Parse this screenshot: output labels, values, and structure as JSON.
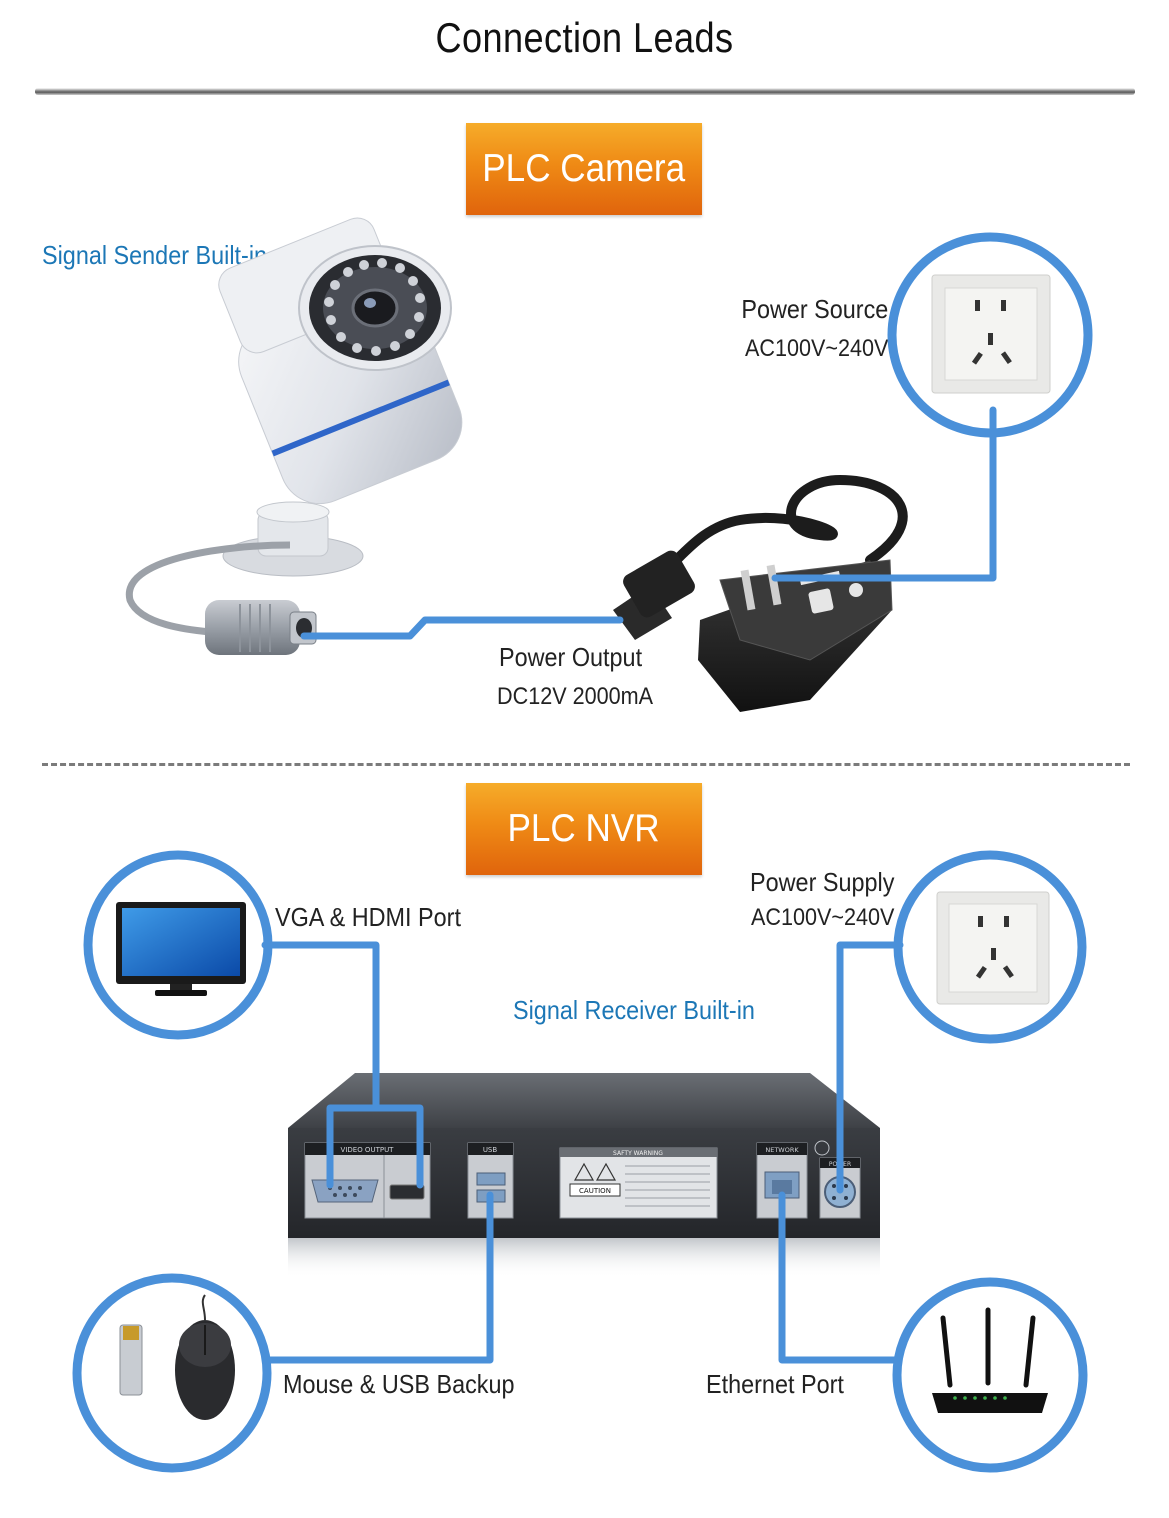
{
  "title": "Connection Leads",
  "camera_section": {
    "badge": "PLC Camera",
    "signal_note": "Signal Sender Built-in",
    "power_source": {
      "label": "Power Source",
      "spec": "AC100V~240V"
    },
    "power_output": {
      "label": "Power Output",
      "spec": "DC12V 2000mA"
    }
  },
  "nvr_section": {
    "badge": "PLC NVR",
    "signal_note": "Signal Receiver Built-in",
    "vga_hdmi": "VGA & HDMI Port",
    "power_supply": {
      "label": "Power Supply",
      "spec": "AC100V~240V"
    },
    "mouse_usb": "Mouse & USB Backup",
    "ethernet": "Ethernet Port",
    "panel": {
      "video_output": "VIDEO OUTPUT",
      "usb": "USB",
      "safety_warning": "SAFTY WARNING",
      "caution": "CAUTION",
      "network": "NETWORK",
      "power": "POWER"
    }
  },
  "colors": {
    "accent_blue": "#4a90d9",
    "badge_orange": "#ef8a15",
    "label_blue": "#1c77b6"
  }
}
